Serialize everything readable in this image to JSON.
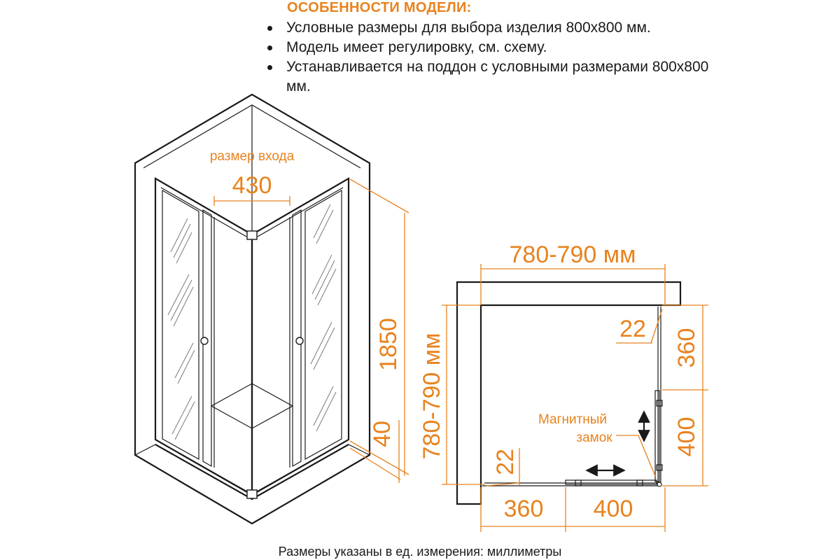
{
  "features": {
    "title": "ОСОБЕННОСТИ МОДЕЛИ:",
    "items": [
      "Условные размеры для выбора изделия 800x800 мм.",
      "Модель имеет регулировку, см. схему.",
      "Устанавливается на поддон с условными размерами 800x800 мм."
    ]
  },
  "perspective": {
    "entrance_label": "размер входа",
    "entrance_width": "430",
    "height": "1850",
    "base_height": "40"
  },
  "plan": {
    "width_range": "780-790 мм",
    "depth_range": "780-790 мм",
    "offset_right": "22",
    "offset_left": "22",
    "side_top": "360",
    "side_bottom": "400",
    "bottom_left": "360",
    "bottom_right": "400",
    "lock_label_line1": "Магнитный",
    "lock_label_line2": "замок"
  },
  "footer": "Размеры указаны в ед. измерения: миллиметры",
  "colors": {
    "accent": "#e8821e",
    "line": "#1a1a1a",
    "background": "#ffffff"
  }
}
